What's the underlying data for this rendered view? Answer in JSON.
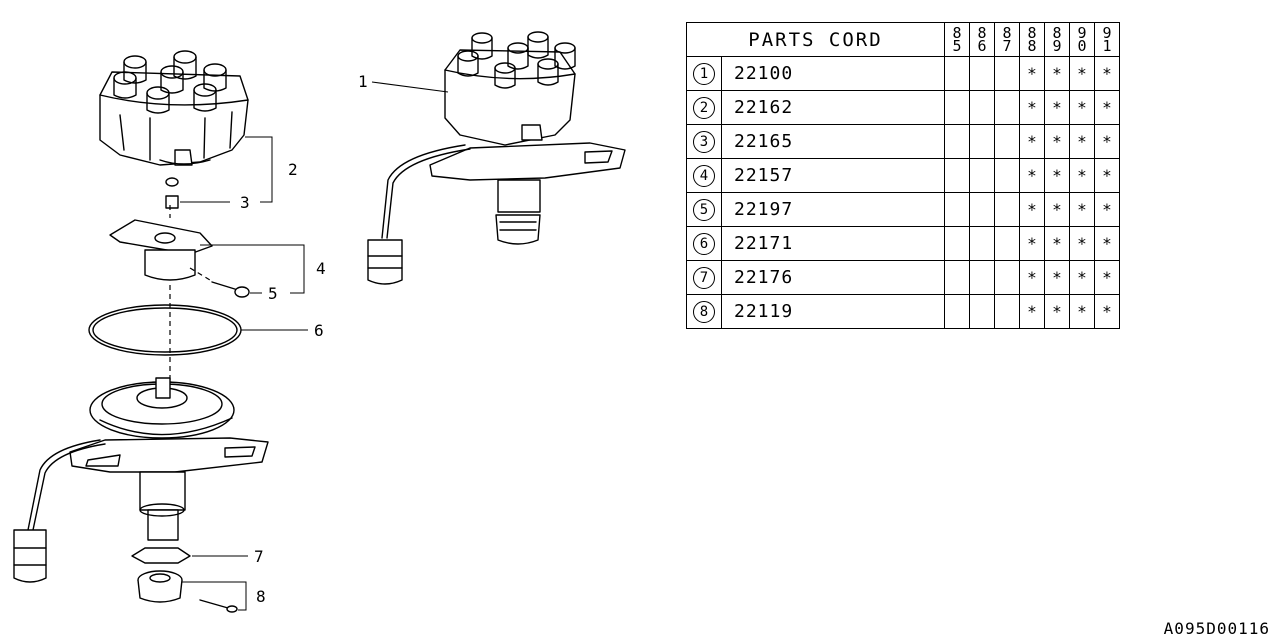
{
  "parts_table": {
    "header": "PARTS CORD",
    "years": [
      [
        "8",
        "5"
      ],
      [
        "8",
        "6"
      ],
      [
        "8",
        "7"
      ],
      [
        "8",
        "8"
      ],
      [
        "8",
        "9"
      ],
      [
        "9",
        "0"
      ],
      [
        "9",
        "1"
      ]
    ],
    "rows": [
      {
        "num": "1",
        "code": "22100",
        "marks": [
          "",
          "",
          "",
          "*",
          "*",
          "*",
          "*"
        ]
      },
      {
        "num": "2",
        "code": "22162",
        "marks": [
          "",
          "",
          "",
          "*",
          "*",
          "*",
          "*"
        ]
      },
      {
        "num": "3",
        "code": "22165",
        "marks": [
          "",
          "",
          "",
          "*",
          "*",
          "*",
          "*"
        ]
      },
      {
        "num": "4",
        "code": "22157",
        "marks": [
          "",
          "",
          "",
          "*",
          "*",
          "*",
          "*"
        ]
      },
      {
        "num": "5",
        "code": "22197",
        "marks": [
          "",
          "",
          "",
          "*",
          "*",
          "*",
          "*"
        ]
      },
      {
        "num": "6",
        "code": "22171",
        "marks": [
          "",
          "",
          "",
          "*",
          "*",
          "*",
          "*"
        ]
      },
      {
        "num": "7",
        "code": "22176",
        "marks": [
          "",
          "",
          "",
          "*",
          "*",
          "*",
          "*"
        ]
      },
      {
        "num": "8",
        "code": "22119",
        "marks": [
          "",
          "",
          "",
          "*",
          "*",
          "*",
          "*"
        ]
      }
    ]
  },
  "callouts": {
    "c1": "1",
    "c2": "2",
    "c3": "3",
    "c4": "4",
    "c5": "5",
    "c6": "6",
    "c7": "7",
    "c8": "8"
  },
  "footer_id": "A095D00116"
}
